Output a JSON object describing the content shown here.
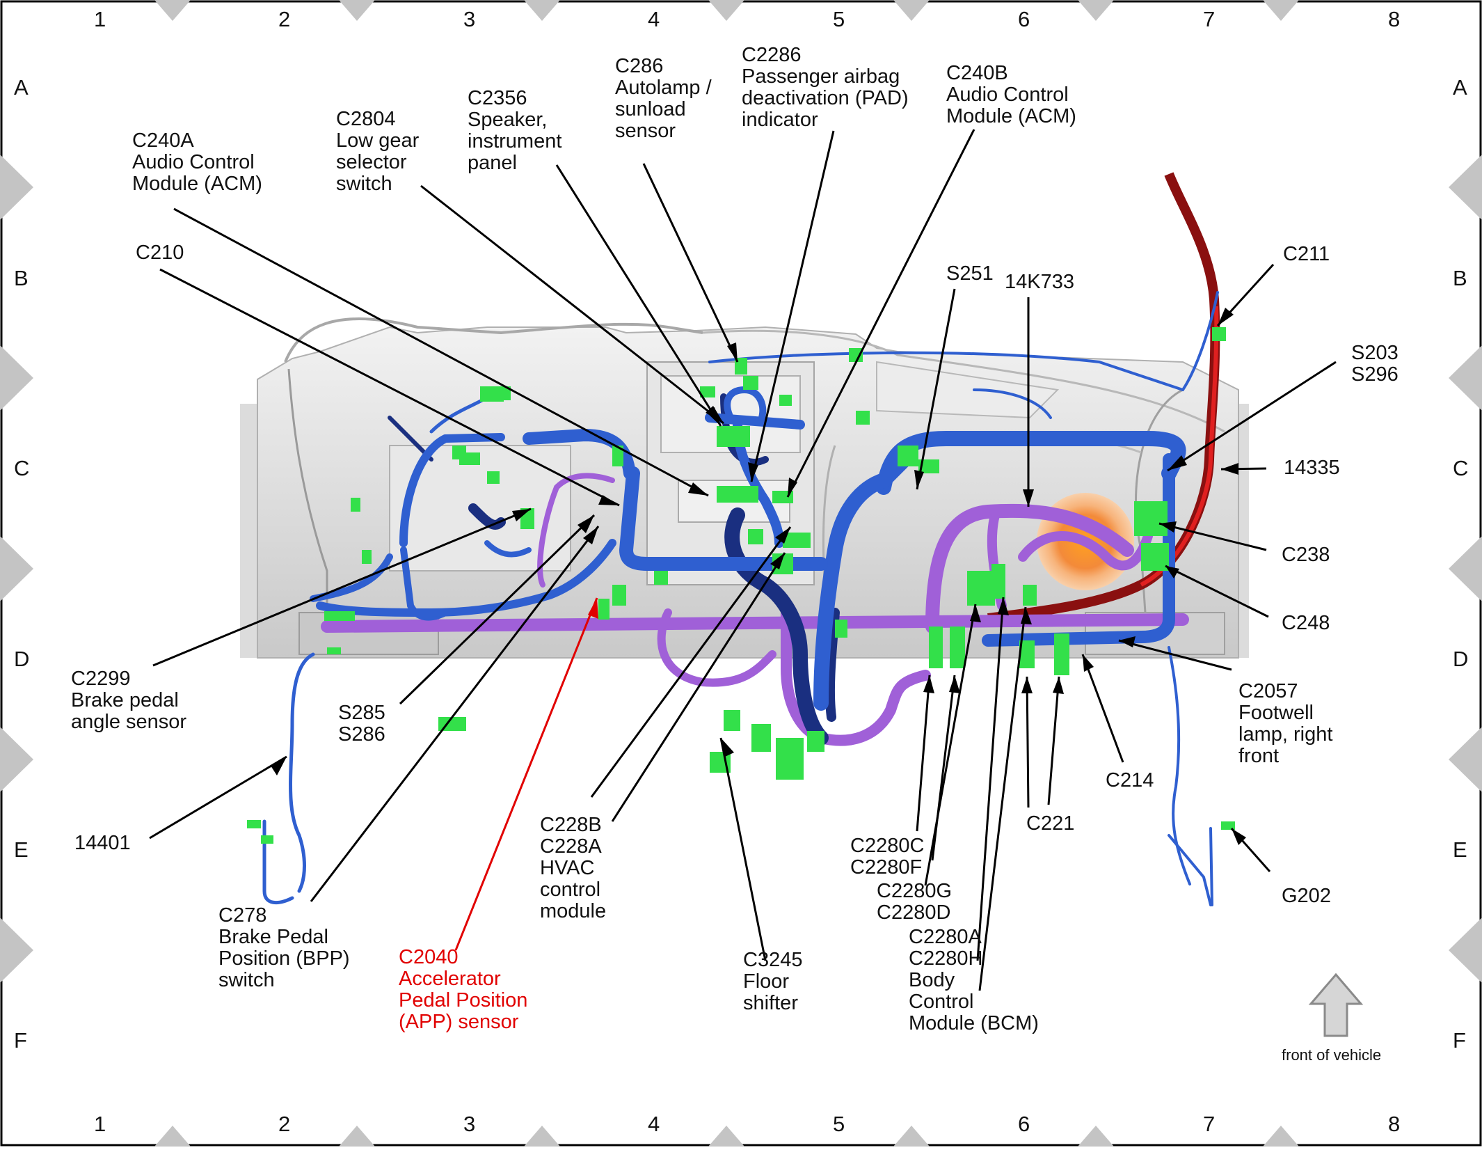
{
  "grid": {
    "columns": [
      "1",
      "2",
      "3",
      "4",
      "5",
      "6",
      "7",
      "8"
    ],
    "rows": [
      "A",
      "B",
      "C",
      "D",
      "E",
      "F"
    ]
  },
  "callouts": [
    {
      "id": "c240a",
      "lines": [
        "C240A",
        "Audio Control",
        "Module (ACM)"
      ]
    },
    {
      "id": "c2804",
      "lines": [
        "C2804",
        "Low gear",
        "selector",
        "switch"
      ]
    },
    {
      "id": "c2356",
      "lines": [
        "C2356",
        "Speaker,",
        "instrument",
        "panel"
      ]
    },
    {
      "id": "c286",
      "lines": [
        "C286",
        "Autolamp /",
        "sunload",
        "sensor"
      ]
    },
    {
      "id": "c2286",
      "lines": [
        "C2286",
        "Passenger airbag",
        "deactivation (PAD)",
        "indicator"
      ]
    },
    {
      "id": "c240b",
      "lines": [
        "C240B",
        "Audio Control",
        "Module (ACM)"
      ]
    },
    {
      "id": "c210",
      "lines": [
        "C210"
      ]
    },
    {
      "id": "s251",
      "lines": [
        "S251"
      ]
    },
    {
      "id": "14k733",
      "lines": [
        "14K733"
      ]
    },
    {
      "id": "c211",
      "lines": [
        "C211"
      ]
    },
    {
      "id": "s203",
      "lines": [
        "S203",
        "S296"
      ]
    },
    {
      "id": "14335",
      "lines": [
        "14335"
      ]
    },
    {
      "id": "c238",
      "lines": [
        "C238"
      ]
    },
    {
      "id": "c248",
      "lines": [
        "C248"
      ]
    },
    {
      "id": "c2057",
      "lines": [
        "C2057",
        "Footwell",
        "lamp, right",
        "front"
      ]
    },
    {
      "id": "c2299",
      "lines": [
        "C2299",
        "Brake pedal",
        "angle sensor"
      ]
    },
    {
      "id": "s285",
      "lines": [
        "S285",
        "S286"
      ]
    },
    {
      "id": "14401",
      "lines": [
        "14401"
      ]
    },
    {
      "id": "c278",
      "lines": [
        "C278",
        "Brake Pedal",
        "Position (BPP)",
        "switch"
      ]
    },
    {
      "id": "c2040",
      "lines": [
        "C2040",
        "Accelerator",
        "Pedal Position",
        "(APP) sensor"
      ]
    },
    {
      "id": "c228b",
      "lines": [
        "C228B",
        "C228A",
        "HVAC",
        "control",
        "module"
      ]
    },
    {
      "id": "c3245",
      "lines": [
        "C3245",
        "Floor",
        "shifter"
      ]
    },
    {
      "id": "c2280c",
      "lines": [
        "C2280C",
        "C2280F"
      ]
    },
    {
      "id": "c2280g",
      "lines": [
        "C2280G",
        "C2280D"
      ]
    },
    {
      "id": "c2280a",
      "lines": [
        "C2280A",
        "C2280H",
        "Body",
        "Control",
        "Module (BCM)"
      ]
    },
    {
      "id": "c214",
      "lines": [
        "C214"
      ]
    },
    {
      "id": "c221",
      "lines": [
        "C221"
      ]
    },
    {
      "id": "g202",
      "lines": [
        "G202"
      ]
    }
  ],
  "front_label": "front of vehicle",
  "colors": {
    "harness_blue": "#2f5fd0",
    "harness_dark_blue": "#1a2f80",
    "harness_purple": "#a060d8",
    "harness_red": "#e02020",
    "harness_dark_red": "#8a1010",
    "connector_green": "#33e04a",
    "highlight_red": "#e10000",
    "dash_gray": "#d8d8d8",
    "border_diamond": "#c4c4c4"
  }
}
